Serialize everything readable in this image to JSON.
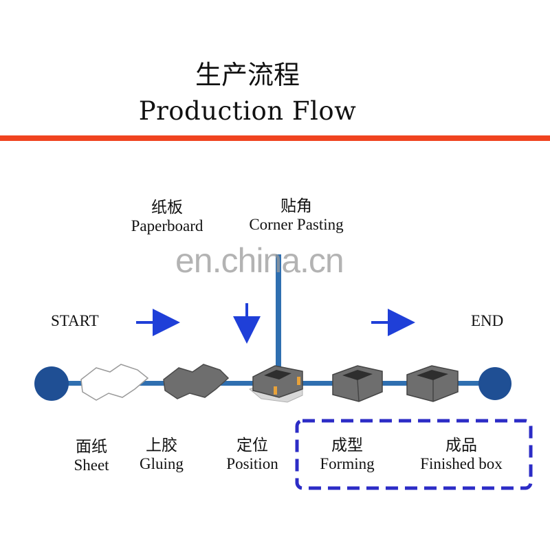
{
  "title": {
    "cn": "生产流程",
    "en": "Production Flow"
  },
  "colors": {
    "accent_bar": "#f0431f",
    "flow_line": "#2f6fb0",
    "node": "#1f4f94",
    "arrow": "#1f3fd8",
    "dashed_box": "#2c2cc6",
    "box_dark": "#6e6e6e",
    "box_light": "#d8d8d8"
  },
  "endpoints": {
    "start": "START",
    "end": "END"
  },
  "top_steps": {
    "paperboard": {
      "cn": "纸板",
      "en": "Paperboard"
    },
    "corner_pasting": {
      "cn": "贴角",
      "en": "Corner Pasting"
    }
  },
  "steps": [
    {
      "cn": "面纸",
      "en": "Sheet"
    },
    {
      "cn": "上胶",
      "en": "Gluing"
    },
    {
      "cn": "定位",
      "en": "Position"
    },
    {
      "cn": "成型",
      "en": "Forming"
    },
    {
      "cn": "成品",
      "en": "Finished box"
    }
  ],
  "watermark": "en.china.cn"
}
